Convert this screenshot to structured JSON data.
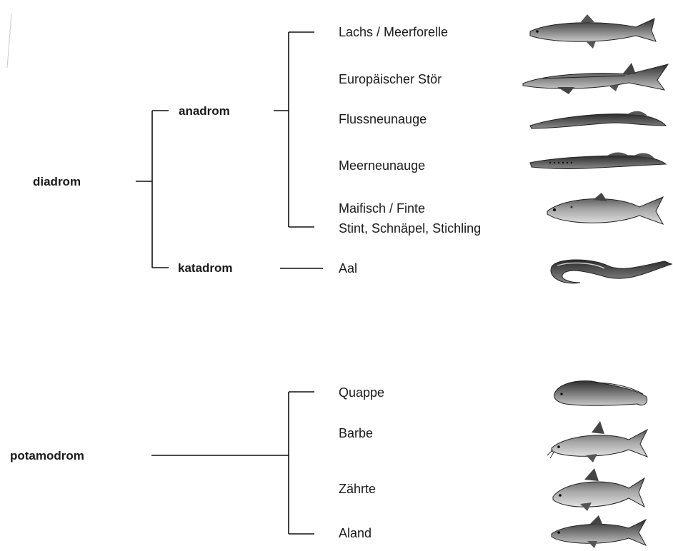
{
  "diagram": {
    "groups": {
      "diadrom": {
        "label": "diadrom",
        "subgroups": {
          "anadrom": {
            "label": "anadrom",
            "species": [
              {
                "label": "Lachs / Meerforelle",
                "icon": "salmon-icon"
              },
              {
                "label": "Europäischer Stör",
                "icon": "sturgeon-icon"
              },
              {
                "label": "Flussneunauge",
                "icon": "river-lamprey-icon"
              },
              {
                "label": "Meerneunauge",
                "icon": "sea-lamprey-icon"
              },
              {
                "label": "Maifisch / Finte",
                "label2": "Stint, Schnäpel, Stichling",
                "icon": "shad-icon"
              }
            ]
          },
          "katadrom": {
            "label": "katadrom",
            "species": [
              {
                "label": "Aal",
                "icon": "eel-icon"
              }
            ]
          }
        }
      },
      "potamodrom": {
        "label": "potamodrom",
        "species": [
          {
            "label": "Quappe",
            "icon": "burbot-icon"
          },
          {
            "label": "Barbe",
            "icon": "barbel-icon"
          },
          {
            "label": "Zährte",
            "icon": "vimba-icon"
          },
          {
            "label": "Aland",
            "icon": "ide-icon"
          }
        ]
      }
    },
    "colors": {
      "line": "#111111",
      "fish_dark": "#3a3a3a",
      "fish_mid": "#6e6e6e",
      "fish_light": "#b4b4b4"
    }
  }
}
